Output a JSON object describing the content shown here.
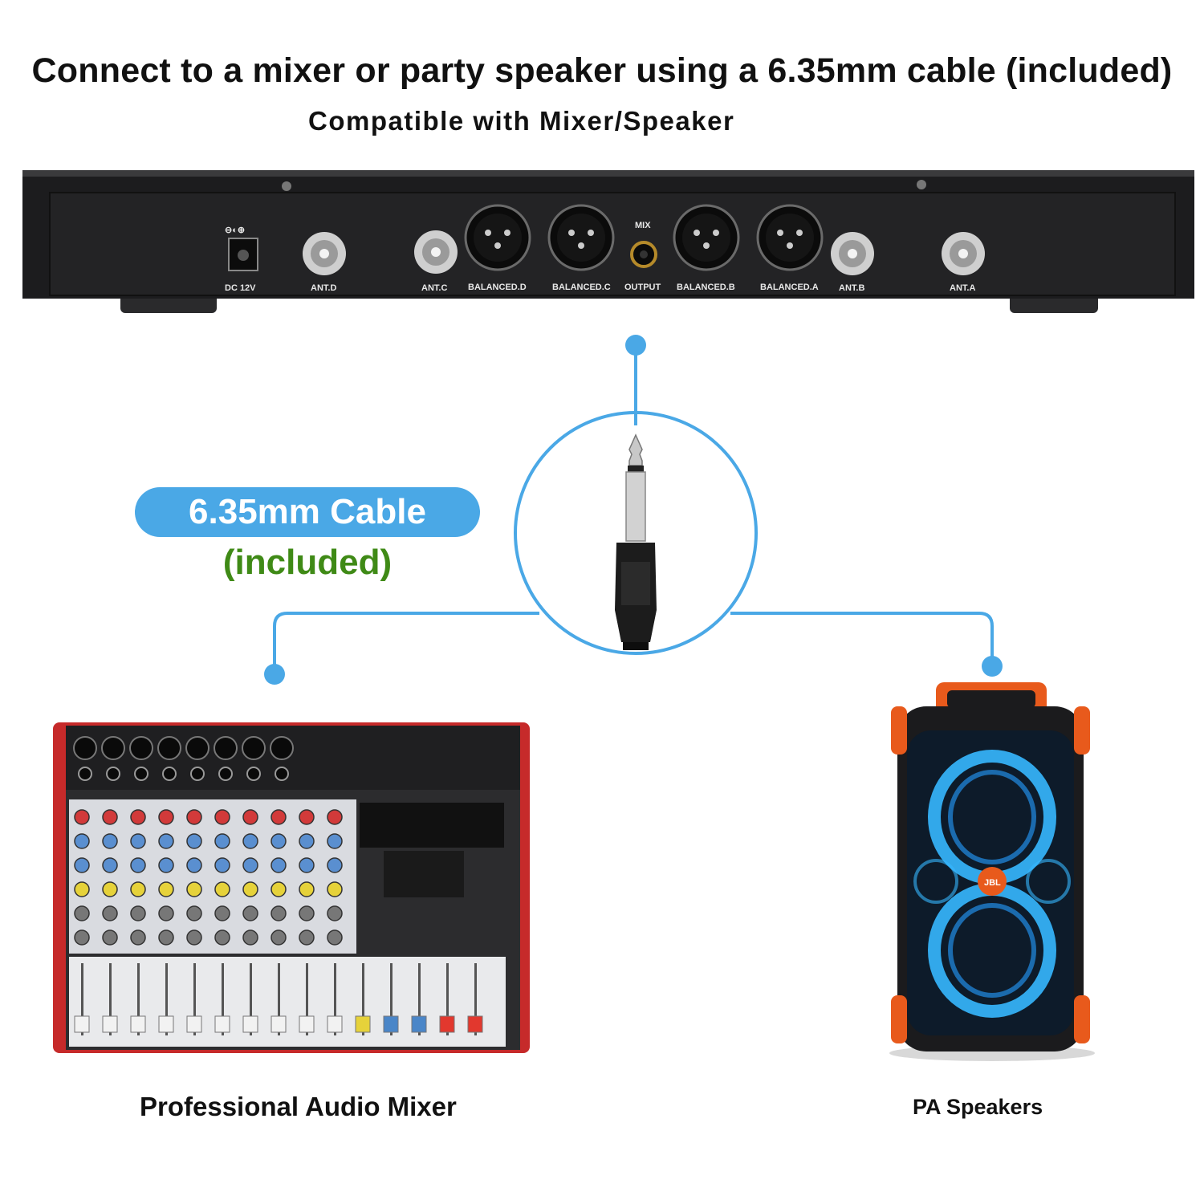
{
  "headline": "Connect to a mixer or party speaker using a 6.35mm cable (included)",
  "subheadline": "Compatible with Mixer/Speaker",
  "receiver_panel": {
    "dc_label": "DC 12V",
    "ant_d": "ANT.D",
    "ant_c": "ANT.C",
    "balanced_d": "BALANCED.D",
    "balanced_c": "BALANCED.C",
    "mix_label": "MIX",
    "output_label": "OUTPUT",
    "balanced_b": "BALANCED.B",
    "balanced_a": "BALANCED.A",
    "ant_b": "ANT.B",
    "ant_a": "ANT.A"
  },
  "cable_label": "6.35mm Cable",
  "cable_included": "(included)",
  "mixer_caption": "Professional  Audio Mixer",
  "speaker_caption": "PA Speakers",
  "speaker_brand": "JBL",
  "colors": {
    "accent_blue": "#4aa8e6",
    "included_green": "#3f8a16",
    "mixer_red": "#c62a2a",
    "device_black": "#1b1b1d"
  }
}
